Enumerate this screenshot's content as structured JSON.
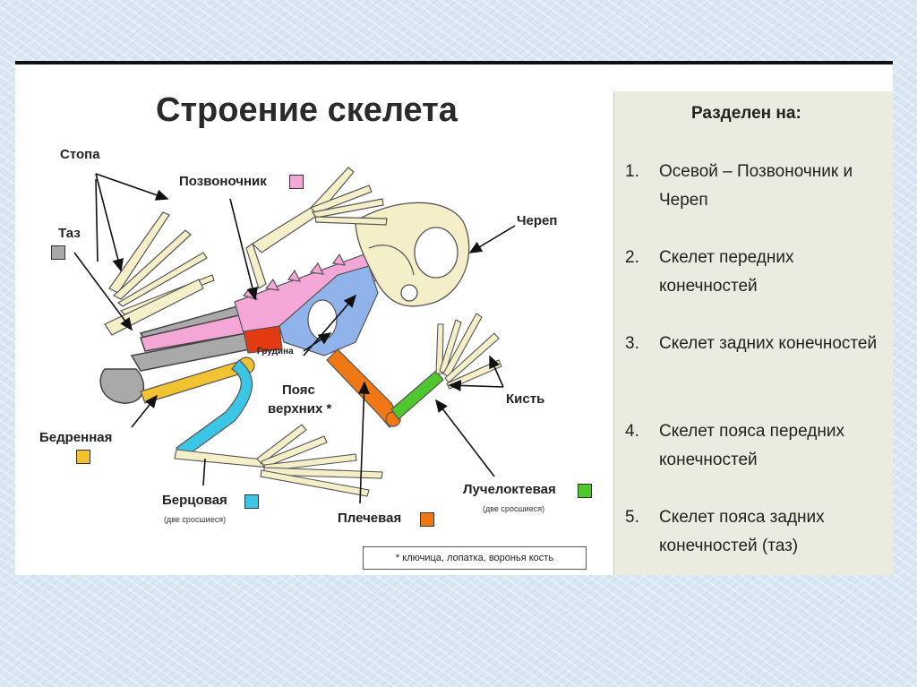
{
  "title": "Строение скелета",
  "labels": {
    "stopa": "Стопа",
    "pozvonochnik": "Позвоночник",
    "taz": "Таз",
    "cherep": "Череп",
    "grudina": "Грудина",
    "poyas": "Пояс",
    "verhnih": "верхних *",
    "kist": "Кисть",
    "bedrennaya": "Бедренная",
    "bertsovaya": "Берцовая",
    "bertsovaya_sub": "(две сросшиеся)",
    "plechevaya": "Плечевая",
    "luchelokt": "Лучелоктевая",
    "luchelokt_sub": "(две сросшиеся)"
  },
  "footnote": "* ключица, лопатка, воронья кость",
  "panel": {
    "heading": "Разделен на:",
    "items": [
      {
        "num": "1.",
        "text": "Осевой – Позвоночник и Череп"
      },
      {
        "num": "2.",
        "text": "Скелет передних конечностей"
      },
      {
        "num": "3.",
        "text": "Скелет задних конечностей"
      },
      {
        "num": "4.",
        "text": "Скелет пояса передних конечностей"
      },
      {
        "num": "5.",
        "text": "Скелет пояса задних конечностей (таз)"
      }
    ]
  },
  "colors": {
    "taz": "#a9a9a9",
    "pozvonochnik": "#f4a6d7",
    "poyas": "#8fb3ea",
    "grudina": "#e23b12",
    "bedrennaya": "#f1c232",
    "bertsovaya": "#3cc6e6",
    "plechevaya": "#f07814",
    "luchelokt": "#4fc82e",
    "bone": "#f4efc8"
  }
}
